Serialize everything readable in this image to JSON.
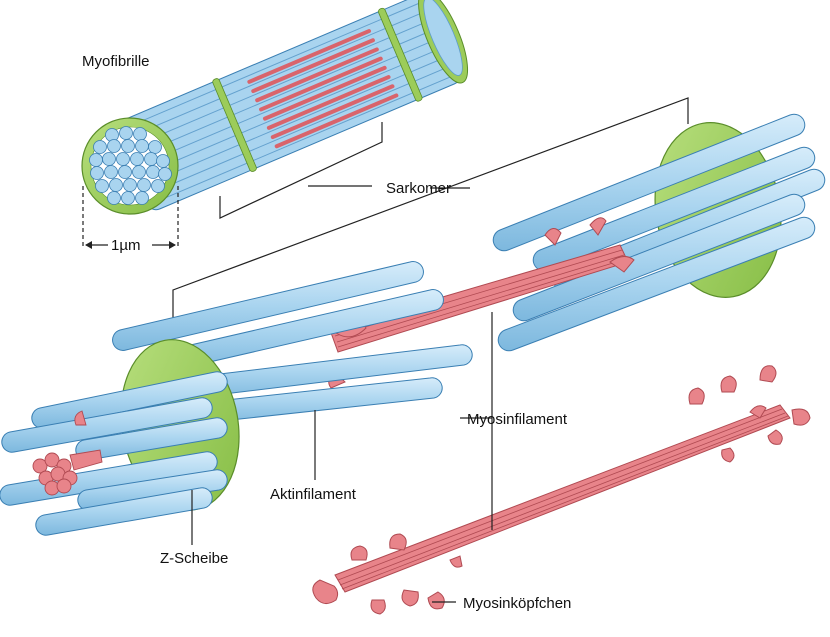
{
  "labels": {
    "myofibrille": "Myofibrille",
    "sarkomer": "Sarkomer",
    "scale": "1µm",
    "myosinfilament": "Myosinfilament",
    "aktinfilament": "Aktinfilament",
    "z_scheibe": "Z-Scheibe",
    "myosinkoepfchen": "Myosinköpfchen"
  },
  "colors": {
    "actin_blue": "#a9d4ef",
    "actin_outline": "#3a7fb3",
    "myosin_red": "#e8848a",
    "myosin_outline": "#b04a52",
    "zdisc_green": "#9ccc5a",
    "zdisc_outline": "#5a8d2a"
  }
}
